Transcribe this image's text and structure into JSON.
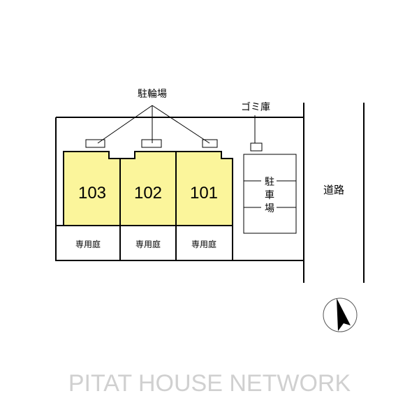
{
  "labels": {
    "bicycle_parking": "駐輪場",
    "garbage_storage": "ゴミ庫",
    "parking": [
      "駐",
      "車",
      "場"
    ],
    "road": "道路",
    "watermark": "PITAT HOUSE NETWORK"
  },
  "units": [
    {
      "number": "103",
      "garden": "専用庭"
    },
    {
      "number": "102",
      "garden": "専用庭"
    },
    {
      "number": "101",
      "garden": "専用庭"
    }
  ],
  "colors": {
    "unit_fill": "#fbf59b",
    "line": "#000000",
    "watermark": "#d0d0d0"
  }
}
